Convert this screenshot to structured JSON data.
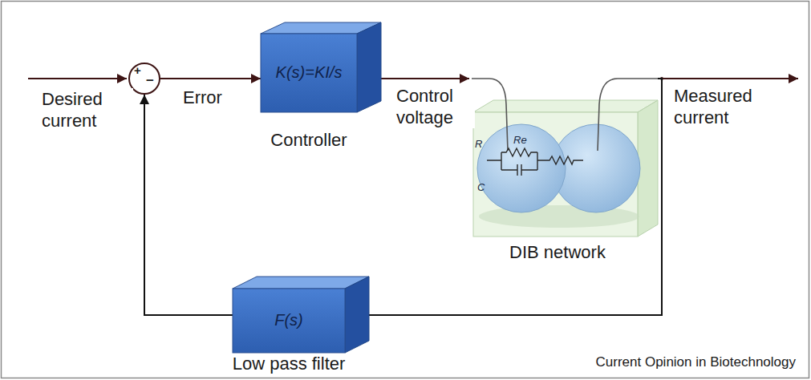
{
  "diagram": {
    "nodes": [
      {
        "text": [
          "+",
          "−"
        ]
      },
      {
        "text": [
          "K(s)=KI/s",
          "Controller"
        ]
      },
      {
        "text": [
          "DIB network"
        ]
      },
      {
        "text": [
          "F(s)",
          "Low pass filter"
        ]
      }
    ],
    "edges": [
      {
        "from": 0,
        "to": 1,
        "label": "Error",
        "arrow": "to"
      },
      {
        "from": 1,
        "to": 2,
        "label": "Control voltage",
        "arrow": "to"
      },
      {
        "from": 2,
        "to": 3,
        "arrow": "none"
      },
      {
        "from": 3,
        "to": 0,
        "arrow": "to"
      }
    ],
    "labels": [
      "Desired current",
      "Measured current",
      "R",
      "Re",
      "C",
      "Current Opinion in Biotechnology"
    ]
  }
}
